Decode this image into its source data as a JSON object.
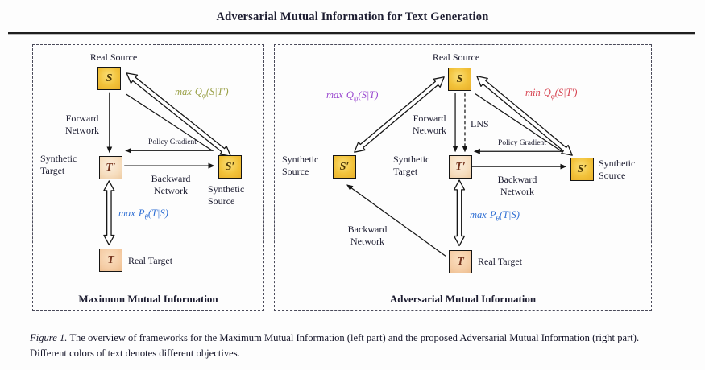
{
  "header": {
    "title": "Adversarial Mutual Information for Text Generation"
  },
  "palette": {
    "source_box": "#f2c23a",
    "target_box": "#f5cda6",
    "target_prime_box": "#f6ddbe",
    "objective_olive": "#99a046",
    "objective_blue": "#2f6fd4",
    "objective_purple": "#9b4ad0",
    "objective_red": "#d6404e",
    "ink": "#1c1c30"
  },
  "left_panel": {
    "caption": "Maximum Mutual Information",
    "nodes": {
      "s": {
        "label": "S",
        "name": "Real Source"
      },
      "t_prime": {
        "label": "T′",
        "name": "Synthetic Target"
      },
      "s_prime": {
        "label": "S′",
        "name": "Synthetic Source"
      },
      "t": {
        "label": "T",
        "name": "Real Target"
      }
    },
    "edges": {
      "forward": "Forward Network",
      "policy": "Policy Gradient",
      "backward": "Backward Network"
    },
    "objectives": {
      "q": {
        "prefix": "max",
        "symbol": "Q",
        "sub": "φ",
        "args": "(S|T′)",
        "color": "#99a046"
      },
      "p": {
        "prefix": "max",
        "symbol": "P",
        "sub": "θ",
        "args": "(T|S)",
        "color": "#2f6fd4"
      }
    }
  },
  "right_panel": {
    "caption": "Adversarial Mutual Information",
    "nodes": {
      "s": {
        "label": "S",
        "name": "Real Source"
      },
      "s_prime_left": {
        "label": "S′",
        "name": "Synthetic Source"
      },
      "t_prime": {
        "label": "T′",
        "name": "Synthetic Target"
      },
      "s_prime_right": {
        "label": "S′",
        "name": "Synthetic Source"
      },
      "t": {
        "label": "T",
        "name": "Real Target"
      }
    },
    "edges": {
      "forward": "Forward Network",
      "lns": "LNS",
      "policy": "Policy Gradient",
      "backward": "Backward Network",
      "backward_diag": "Backward Network"
    },
    "objectives": {
      "q_psi": {
        "prefix": "max",
        "symbol": "Q",
        "sub": "ψ",
        "args": "(S|T)",
        "color": "#9b4ad0"
      },
      "q_phi": {
        "prefix": "min",
        "symbol": "Q",
        "sub": "φ",
        "args": "(S|T′)",
        "color": "#d6404e"
      },
      "p": {
        "prefix": "max",
        "symbol": "P",
        "sub": "θ",
        "args": "(T|S)",
        "color": "#2f6fd4"
      }
    }
  },
  "figure_caption": {
    "label": "Figure 1.",
    "text": "The overview of frameworks for the Maximum Mutual Information (left part) and the proposed Adversarial Mutual Information (right part). Different colors of text denotes different objectives."
  }
}
